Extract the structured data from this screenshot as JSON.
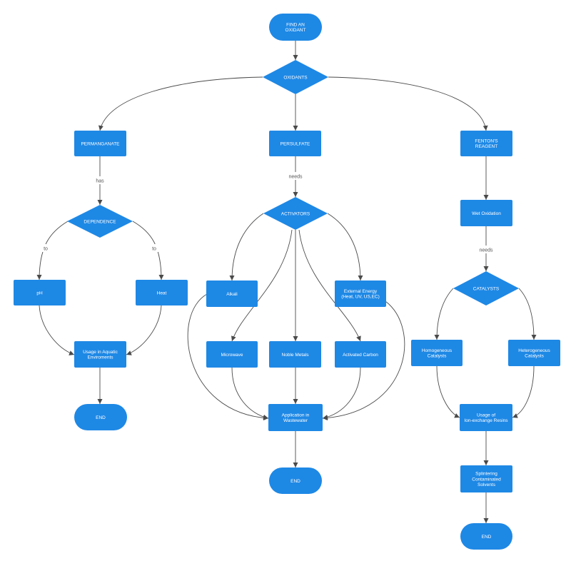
{
  "colors": {
    "node": "#1e88e5",
    "node_text": "#ffffff",
    "edge": "#4a4a4a",
    "edge_label": "#555555"
  },
  "nodes": {
    "start": "FIND AN\nOXIDANT",
    "oxidants": "OXIDANTS",
    "permanganate": "PERMANGANATE",
    "persulfate": "PERSULFATE",
    "fenton": "FENTON'S\nREAGENT",
    "dependence": "DEPENDENCE",
    "ph": "pH",
    "heat": "Heat",
    "usage_aquatic": "Usage in Aquatic\nEnviroments",
    "end1": "END",
    "activators": "ACTIVATORS",
    "alkali": "Alkali",
    "external_energy": "External Energy\n(Heat, UV, US,EC)",
    "microwave": "Microwave",
    "noble_metals": "Noble Metals",
    "activated_carbon": "Activated Carbon",
    "application": "Application in\nWastewater",
    "end2": "END",
    "wet_oxidation": "Wet Oxidation",
    "catalysts": "CATALYSTS",
    "homogeneous": "Homogeneous\nCatalysts",
    "heterogeneous": "Heterogeneous\nCatalysts",
    "ion_exchange": "Usage of\nIon-exchange Resins",
    "splintering": "Splintering\nContaminated\nSolvents",
    "end3": "END"
  },
  "edge_labels": {
    "has": "has",
    "needs_persulfate": "needs",
    "needs_fenton": "needs",
    "to_ph": "to",
    "to_heat": "to"
  }
}
